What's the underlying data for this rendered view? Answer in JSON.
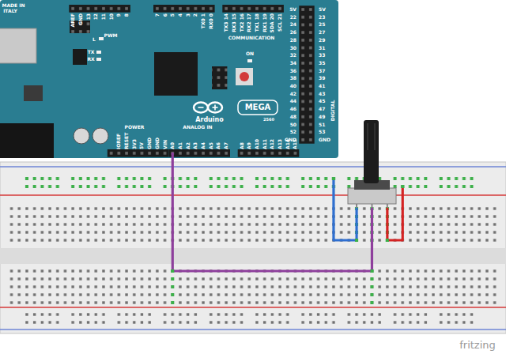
{
  "diagram": {
    "labels": [
      "MADE IN",
      "ITALY",
      "AREF",
      "GND",
      "13",
      "12",
      "11",
      "10",
      "9",
      "8",
      "7",
      "6",
      "5",
      "4",
      "3",
      "2",
      "TX0 1",
      "RX0 0",
      "TX3 14",
      "RX3 15",
      "TX2 16",
      "RX2 17",
      "TX1 18",
      "RX1 19",
      "SDA 20",
      "SCL 21",
      "PWM",
      "L",
      "TX",
      "RX",
      "COMMUNICATION",
      "ON",
      "Arduino",
      "MEGA",
      "2560",
      "DIGITAL",
      "5V",
      "5V",
      "22",
      "23",
      "24",
      "25",
      "26",
      "27",
      "28",
      "29",
      "30",
      "31",
      "32",
      "33",
      "34",
      "35",
      "36",
      "37",
      "38",
      "39",
      "40",
      "41",
      "42",
      "43",
      "44",
      "45",
      "46",
      "47",
      "48",
      "49",
      "50",
      "51",
      "52",
      "53",
      "GND",
      "GND",
      "POWER",
      "ANALOG IN",
      "IOREF",
      "RESET",
      "3V3",
      "5V",
      "GND",
      "GND",
      "VIN",
      "A0",
      "A1",
      "A2",
      "A3",
      "A4",
      "A5",
      "A6",
      "A7",
      "A8",
      "A9",
      "A10",
      "A11",
      "A12",
      "A13",
      "A14",
      "A15",
      "fritzing"
    ]
  }
}
